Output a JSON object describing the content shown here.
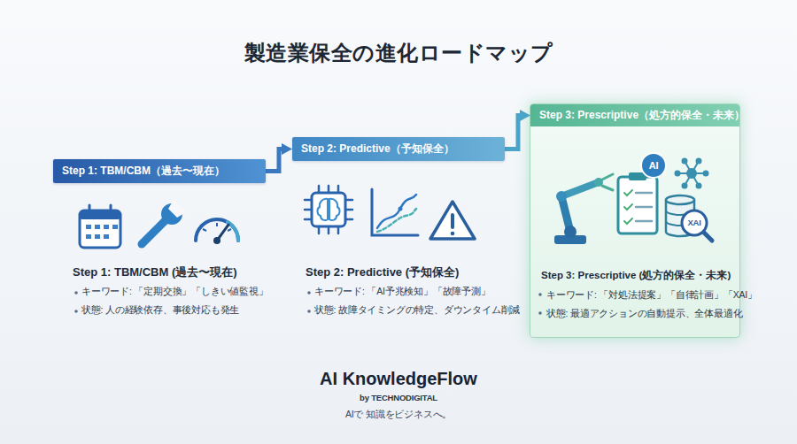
{
  "diagram": {
    "title": "製造業保全の進化ロードマップ",
    "nodes": [
      {
        "text": [
          "Step 1: TBM/CBM（過去〜現在）"
        ]
      },
      {
        "text": [
          "Step 2: Predictive（予知保全）"
        ]
      },
      {
        "text": [
          "Step 3: Prescriptive (処方的保全・未来)",
          "キーワード: 「対処法提案」「自律計画」「XAI」",
          "状態: 最適アクションの自動提示、全体最適化"
        ]
      },
      {
        "text": [
          "Step 3: Prescriptive（処方的保全・未来）"
        ],
        "in": 2
      }
    ],
    "edges": [
      {
        "from": 0,
        "to": 1,
        "arrow": "to"
      },
      {
        "from": 1,
        "to": 3,
        "arrow": "to"
      }
    ],
    "labels": [
      "Step 1: TBM/CBM (過去〜現在)",
      "キーワード: 「定期交換」「しきい値監視」",
      "状態: 人の経験依存、事後対応も発生",
      "Step 2: Predictive (予知保全)",
      "キーワード: 「AI予兆検知」「故障予測」",
      "状態: 故障タイミングの特定、ダウンタイム削減",
      "AI",
      "XAI",
      "AI KnowledgeFlow",
      "by TECHNODIGITAL",
      "AIで 知識をビジネスへ。"
    ]
  }
}
